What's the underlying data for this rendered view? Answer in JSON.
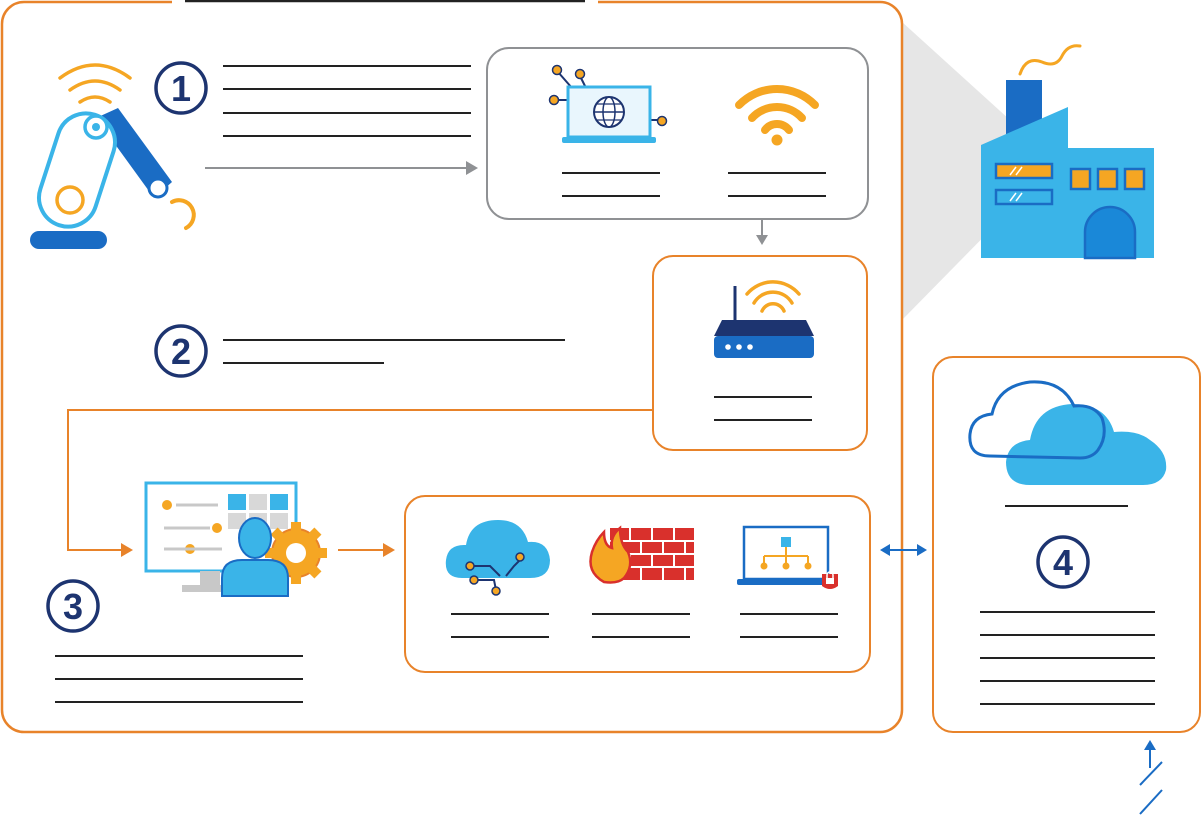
{
  "steps": [
    {
      "number": "1"
    },
    {
      "number": "2"
    },
    {
      "number": "3"
    },
    {
      "number": "4"
    }
  ],
  "icons": [
    "robot-arm-icon",
    "laptop-globe-icon",
    "wifi-icon",
    "factory-icon",
    "router-icon",
    "cloud-outline-icon",
    "monitor-user-gear-icon",
    "cloud-circuit-icon",
    "firewall-icon",
    "laptop-network-lock-icon",
    "lightning-icon"
  ],
  "colors": {
    "orange": "#e8832a",
    "navy": "#1d3470",
    "blue": "#1a6cc4",
    "light_blue": "#3ab4e8",
    "gray": "#8f9194",
    "red": "#d9302c",
    "gold": "#f5a623"
  }
}
